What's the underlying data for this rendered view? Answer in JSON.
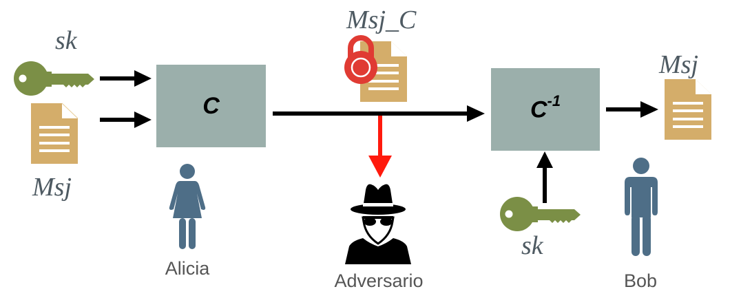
{
  "diagram": {
    "title": "Symmetric encryption with adversary",
    "labels": {
      "sk_left": "sk",
      "msj_left": "Msj",
      "msj_c": "Msj_C",
      "msj_right": "Msj",
      "sk_right": "sk"
    },
    "boxes": {
      "encrypt": {
        "base": "C",
        "sup": ""
      },
      "decrypt": {
        "base": "C",
        "sup": "-1"
      }
    },
    "actors": {
      "sender": "Alicia",
      "adversary": "Adversario",
      "receiver": "Bob"
    },
    "colors": {
      "key": "#7b8f46",
      "document": "#d4ad6a",
      "box": "#9bafab",
      "person": "#4e6e87",
      "lock": "#e03b33",
      "intercept_arrow": "#ff1a0d",
      "arrow": "#000000"
    }
  }
}
